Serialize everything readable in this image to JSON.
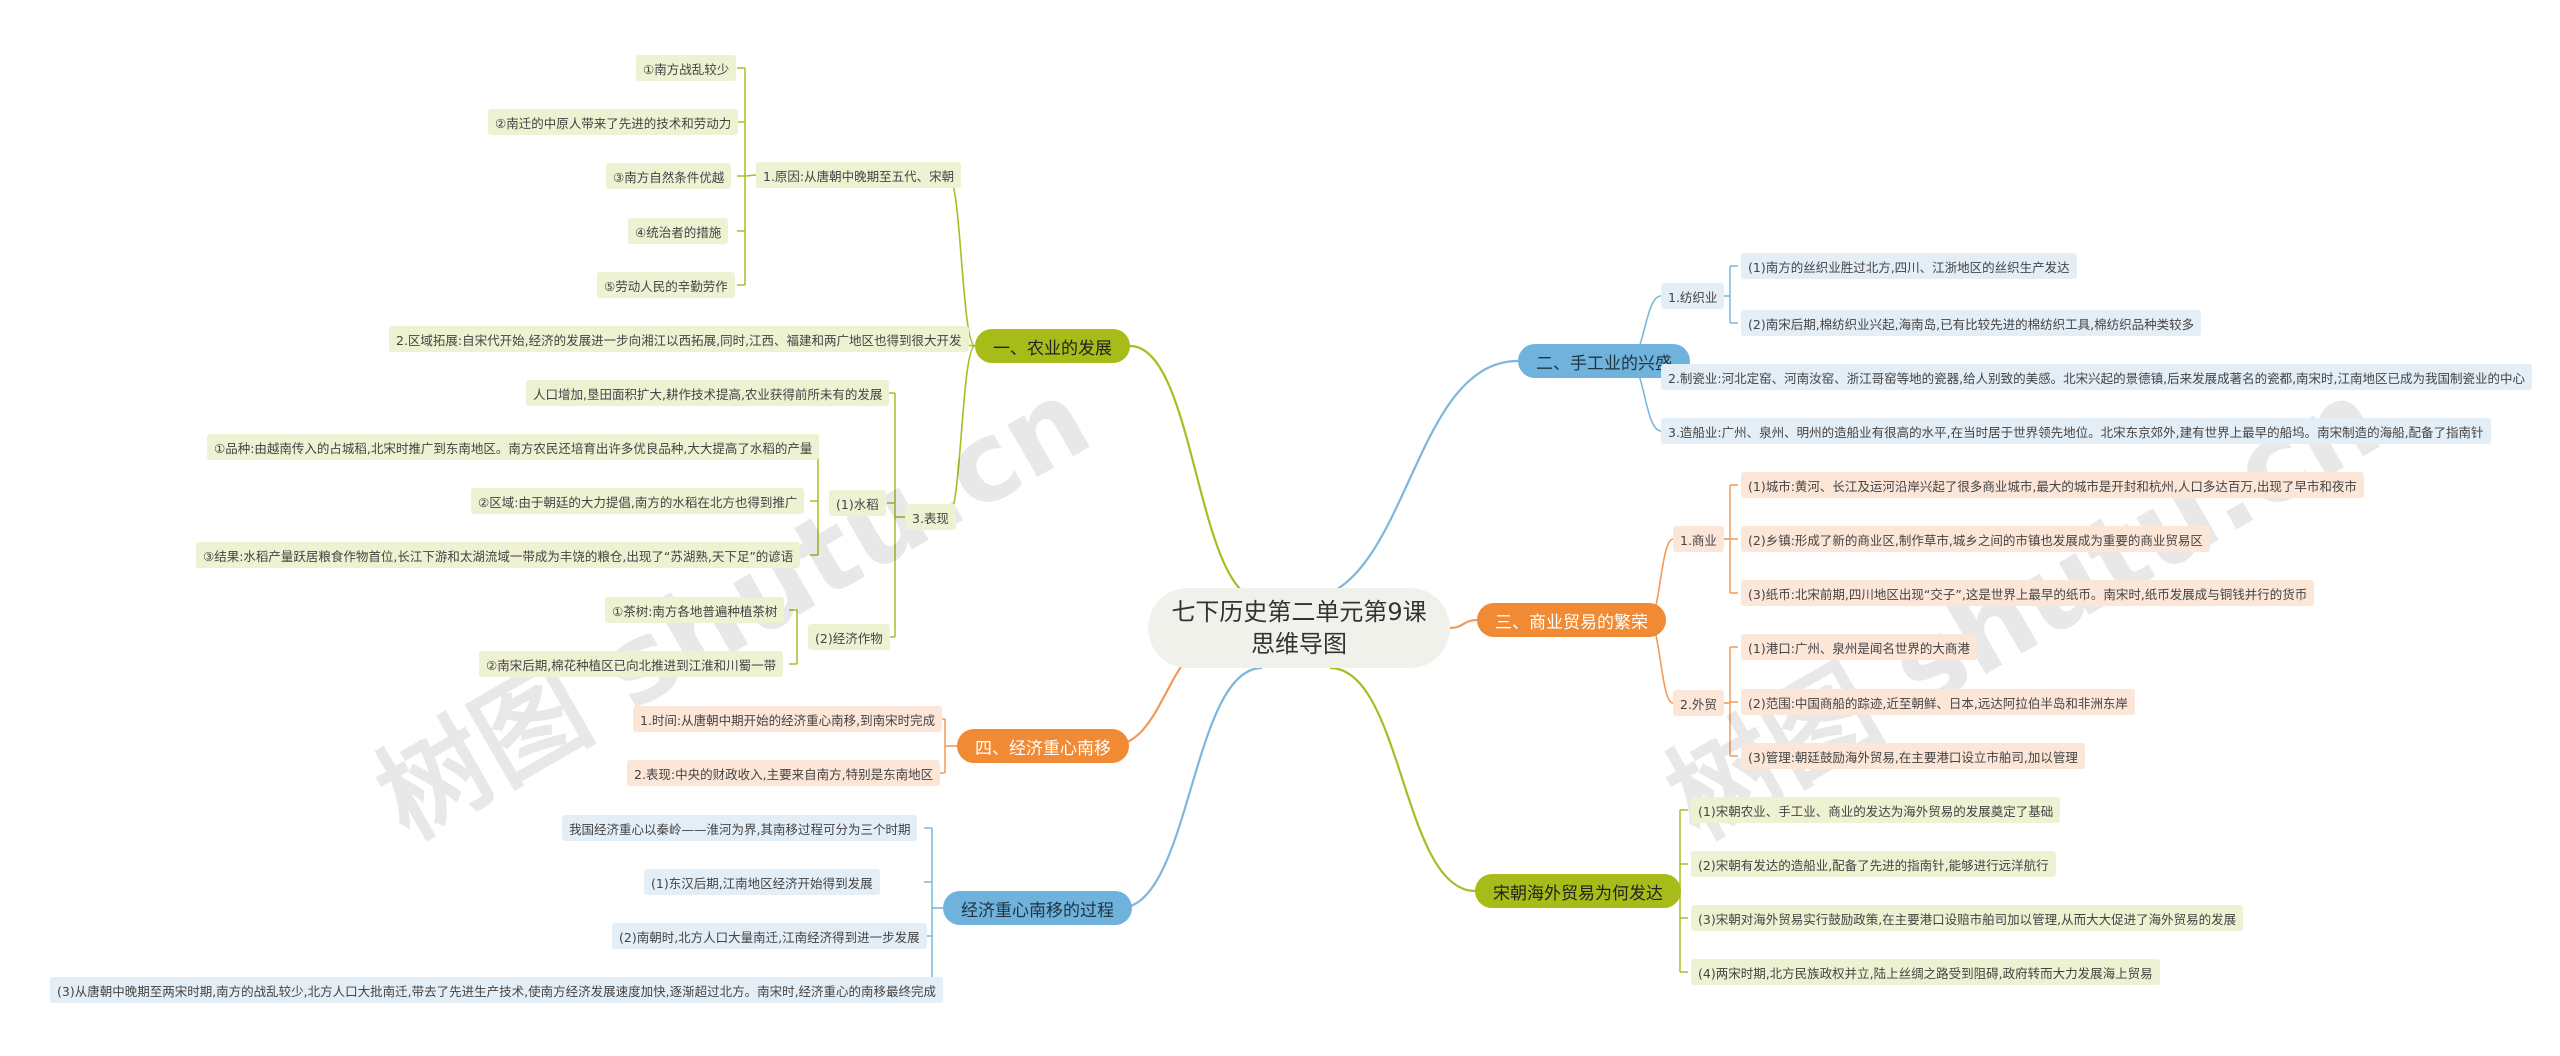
{
  "root": "七下历史第二单元第9课思维导图",
  "root_lines": [
    "七下历史第二单元第9课",
    "思维导图"
  ],
  "watermark": "树图 shutu.cn",
  "colors": {
    "green": "#a7bb19",
    "blue": "#6fb3dc",
    "orange": "#f08a34",
    "green_line": "#a9bd23",
    "blue_line": "#7db7db",
    "orange_line": "#f19a58"
  },
  "branches": {
    "b1": {
      "label": "一、农业的发展",
      "reason": {
        "label": "1.原因:从唐朝中晚期至五代、宋朝",
        "items": [
          "①南方战乱较少",
          "②南迁的中原人带来了先进的技术和劳动力",
          "③南方自然条件优越",
          "④统治者的措施",
          "⑤劳动人民的辛勤劳作"
        ]
      },
      "region": "2.区域拓展:自宋代开始,经济的发展进一步向湘江以西拓展,同时,江西、福建和两广地区也得到很大开发",
      "perf": {
        "label": "3.表现",
        "intro": "人口增加,垦田面积扩大,耕作技术提高,农业获得前所未有的发展",
        "rice": {
          "label": "(1)水稻",
          "items": [
            "①品种:由越南传入的占城稻,北宋时推广到东南地区。南方农民还培育出许多优良品种,大大提高了水稻的产量",
            "②区域:由于朝廷的大力提倡,南方的水稻在北方也得到推广",
            "③结果:水稻产量跃居粮食作物首位,长江下游和太湖流域一带成为丰饶的粮仓,出现了“苏湖熟,天下足”的谚语"
          ]
        },
        "crops": {
          "label": "(2)经济作物",
          "items": [
            "①茶树:南方各地普遍种植茶树",
            "②南宋后期,棉花种植区已向北推进到江淮和川蜀一带"
          ]
        }
      }
    },
    "b4": {
      "label": "四、经济重心南移",
      "items": [
        "1.时间:从唐朝中期开始的经济重心南移,到南宋时完成",
        "2.表现:中央的财政收入,主要来自南方,特别是东南地区"
      ]
    },
    "b5": {
      "label": "经济重心南移的过程",
      "items": [
        "我国经济重心以秦岭——淮河为界,其南移过程可分为三个时期",
        "(1)东汉后期,江南地区经济开始得到发展",
        "(2)南朝时,北方人口大量南迁,江南经济得到进一步发展",
        "(3)从唐朝中晚期至两宋时期,南方的战乱较少,北方人口大批南迁,带去了先进生产技术,使南方经济发展速度加快,逐渐超过北方。南宋时,经济重心的南移最终完成"
      ]
    },
    "b2": {
      "label": "二、手工业的兴盛",
      "textile": {
        "label": "1.纺织业",
        "items": [
          "(1)南方的丝织业胜过北方,四川、江浙地区的丝织生产发达",
          "(2)南宋后期,棉纺织业兴起,海南岛,已有比较先进的棉纺织工具,棉纺织品种类较多"
        ]
      },
      "porcelain": "2.制瓷业:河北定窑、河南汝窑、浙江哥窑等地的瓷器,给人别致的美感。北宋兴起的景德镇,后来发展成著名的瓷都,南宋时,江南地区已成为我国制瓷业的中心",
      "ship": "3.造船业:广州、泉州、明州的造船业有很高的水平,在当时居于世界领先地位。北宋东京郊外,建有世界上最早的船坞。南宋制造的海船,配备了指南针"
    },
    "b3": {
      "label": "三、商业贸易的繁荣",
      "commerce": {
        "label": "1.商业",
        "items": [
          "(1)城市:黄河、长江及运河沿岸兴起了很多商业城市,最大的城市是开封和杭州,人口多达百万,出现了早市和夜市",
          "(2)乡镇:形成了新的商业区,制作草市,城乡之间的市镇也发展成为重要的商业贸易区",
          "(3)纸币:北宋前期,四川地区出现“交子”,这是世界上最早的纸币。南宋时,纸币发展成与铜钱并行的货币"
        ]
      },
      "foreign": {
        "label": "2.外贸",
        "items": [
          "(1)港口:广州、泉州是闻名世界的大商港",
          "(2)范围:中国商船的踪迹,近至朝鲜、日本,远达阿拉伯半岛和非洲东岸",
          "(3)管理:朝廷鼓励海外贸易,在主要港口设立市舶司,加以管理"
        ]
      }
    },
    "b6": {
      "label": "宋朝海外贸易为何发达",
      "items": [
        "(1)宋朝农业、手工业、商业的发达为海外贸易的发展奠定了基础",
        "(2)宋朝有发达的造船业,配备了先进的指南针,能够进行远洋航行",
        "(3)宋朝对海外贸易实行鼓励政策,在主要港口设赔市舶司加以管理,从而大大促进了海外贸易的发展",
        "(4)两宋时期,北方民族政权并立,陆上丝绸之路受到阻碍,政府转而大力发展海上贸易"
      ]
    }
  }
}
